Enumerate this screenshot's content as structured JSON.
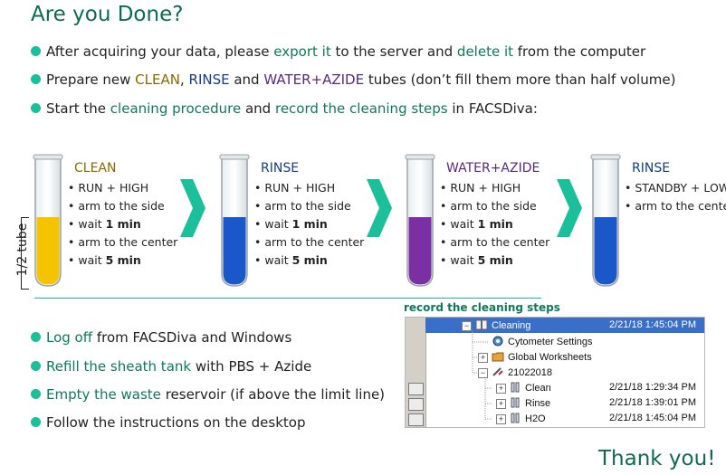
{
  "title": "Are you Done?",
  "intro": {
    "b1": {
      "p1": "After acquiring your data, please ",
      "h1": "export it",
      "p2": " to the server and ",
      "h2": "delete it",
      "p3": " from the computer"
    },
    "b2": {
      "p1": "Prepare new ",
      "clean": "CLEAN",
      "sep1": ", ",
      "rinse": "RINSE",
      "sep2": " and ",
      "water": "WATER+AZIDE",
      "p2": " tubes (don’t fill them more than half volume)"
    },
    "b3": {
      "p1": "Start the ",
      "h1": "cleaning procedure",
      "p2": " and ",
      "h2": "record the cleaning steps",
      "p3": " in FACSDiva:"
    }
  },
  "half_tube_label": "1/2 tube",
  "steps": [
    {
      "title": "CLEAN",
      "fill": "#f5c400",
      "title_color": "#8a6a00",
      "items": [
        "• RUN + HIGH",
        "• arm to the side",
        [
          "• wait ",
          "1 min"
        ],
        "• arm to the center",
        [
          "• wait ",
          "5 min"
        ]
      ]
    },
    {
      "title": "RINSE",
      "fill": "#1a57c8",
      "title_color": "#133e86",
      "items": [
        "• RUN + HIGH",
        "• arm to the side",
        [
          "• wait ",
          "1 min"
        ],
        "• arm to the center",
        [
          "• wait ",
          "5 min"
        ]
      ]
    },
    {
      "title": "WATER+AZIDE",
      "fill": "#7a2fa3",
      "title_color": "#5a2a7a",
      "items": [
        "• RUN + HIGH",
        "• arm to the side",
        [
          "• wait ",
          "1 min"
        ],
        "• arm to the center",
        [
          "• wait ",
          "5 min"
        ]
      ]
    },
    {
      "title": "RINSE",
      "fill": "#1a57c8",
      "title_color": "#133e86",
      "items": [
        "• STANDBY + LOW",
        "• arm to the center"
      ]
    }
  ],
  "record_label": "record the cleaning steps",
  "panel": {
    "rows": [
      {
        "label": "Cleaning",
        "date": "2/21/18 1:45:04 PM",
        "icon": "book-icon",
        "expander": "minus"
      },
      {
        "label": "Cytometer Settings",
        "date": "",
        "icon": "cytometer-icon",
        "expander": ""
      },
      {
        "label": "Global Worksheets",
        "date": "",
        "icon": "folder-icon",
        "expander": "plus"
      },
      {
        "label": "21022018",
        "date": "",
        "icon": "experiment-icon",
        "expander": "minus"
      },
      {
        "label": "Clean",
        "date": "2/21/18 1:29:34 PM",
        "icon": "tube-icon",
        "expander": "plus"
      },
      {
        "label": "Rinse",
        "date": "2/21/18 1:39:01 PM",
        "icon": "tube-icon",
        "expander": "plus"
      },
      {
        "label": "H2O",
        "date": "2/21/18 1:45:04 PM",
        "icon": "tube-icon",
        "expander": "plus"
      }
    ]
  },
  "bottom": {
    "b1": {
      "h": "Log off",
      "p": " from FACSDiva and Windows"
    },
    "b2": {
      "h": "Refill the sheath tank",
      "p": " with PBS + Azide"
    },
    "b3": {
      "h": "Empty the waste",
      "p": " reservoir (if above the limit line)"
    },
    "b4": {
      "p": "Follow the instructions on the desktop"
    }
  },
  "thanks": "Thank you!"
}
